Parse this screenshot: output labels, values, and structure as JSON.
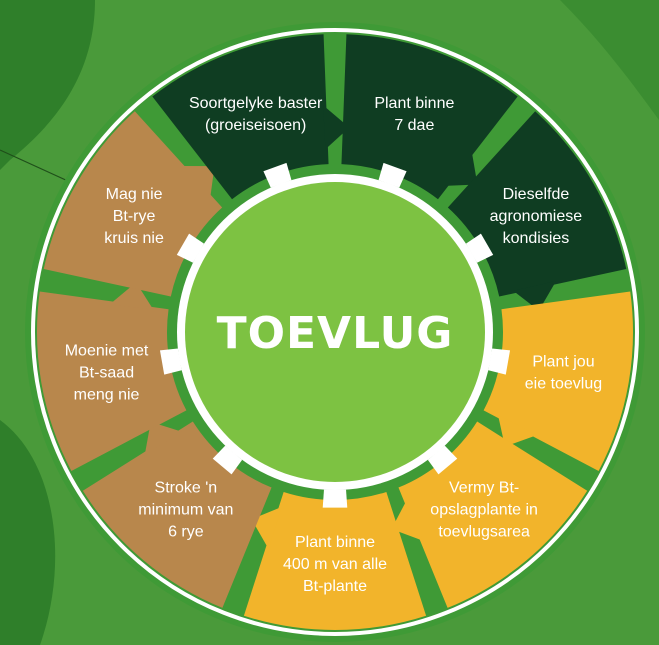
{
  "center": {
    "title": "TOEVLUG"
  },
  "segments": [
    {
      "id": "seg-1",
      "color": "#0f3d22",
      "lines": [
        "Plant binne",
        "7 dae"
      ]
    },
    {
      "id": "seg-2",
      "color": "#0f3d22",
      "lines": [
        "Dieselfde",
        "agronomiese",
        "kondisies"
      ]
    },
    {
      "id": "seg-3",
      "color": "#f2b42b",
      "lines": [
        "Plant jou",
        "eie toevlug"
      ]
    },
    {
      "id": "seg-4",
      "color": "#f2b42b",
      "lines": [
        "Vermy Bt-",
        "opslagplante in",
        "toevlugsarea"
      ]
    },
    {
      "id": "seg-5",
      "color": "#f2b42b",
      "lines": [
        "Plant binne",
        "400 m van alle",
        "Bt-plante"
      ]
    },
    {
      "id": "seg-6",
      "color": "#b8874c",
      "lines": [
        "Stroke 'n",
        "minimum van",
        "6 rye"
      ]
    },
    {
      "id": "seg-7",
      "color": "#b8874c",
      "lines": [
        "Moenie met",
        "Bt-saad",
        "meng nie"
      ]
    },
    {
      "id": "seg-8",
      "color": "#b8874c",
      "lines": [
        "Mag nie",
        "Bt-rye",
        "kruis nie"
      ]
    },
    {
      "id": "seg-9",
      "color": "#0f3d22",
      "lines": [
        "Soortgelyke baster",
        "(groeiseisoen)"
      ]
    }
  ],
  "colors": {
    "background": "#4a9a3a",
    "ring": "#3f9a36",
    "outline": "#ffffff",
    "center": "#7dc242",
    "dark": "#0f3d22",
    "yellow": "#f2b42b",
    "tan": "#b8874c"
  }
}
